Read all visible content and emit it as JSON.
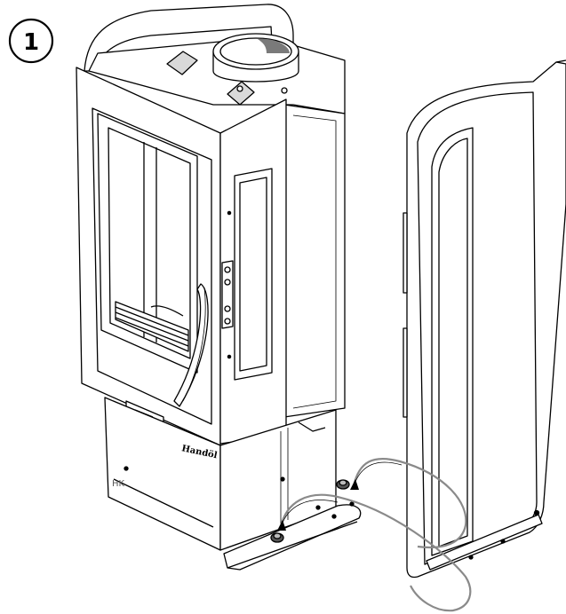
{
  "step": {
    "number": "1"
  },
  "brand": {
    "logo_text": "Handöl"
  },
  "marks": {
    "base_label": "HK"
  },
  "colors": {
    "line": "#000000",
    "fill": "#ffffff",
    "shade": "#d9d9d9",
    "arrow": "#8a8a8a"
  }
}
